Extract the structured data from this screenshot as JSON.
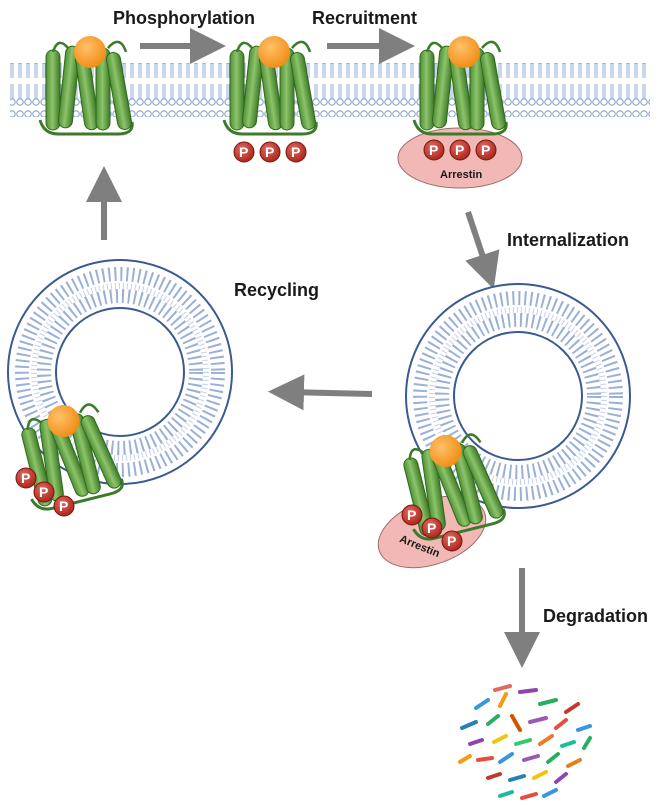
{
  "labels": {
    "phosphorylation": "Phosphorylation",
    "recruitment": "Recruitment",
    "internalization": "Internalization",
    "recycling": "Recycling",
    "degradation": "Degradation"
  },
  "arrestin_label": "Arrestin",
  "phosphate_label": "P",
  "colors": {
    "helix": "#6aa84f",
    "helix_dark": "#3d7a2a",
    "ligand": "#f6921e",
    "phosphate": "#c0392b",
    "arrestin": "#f2b8b5",
    "membrane": "#7f9cc7",
    "arrow": "#7f7f7f"
  }
}
